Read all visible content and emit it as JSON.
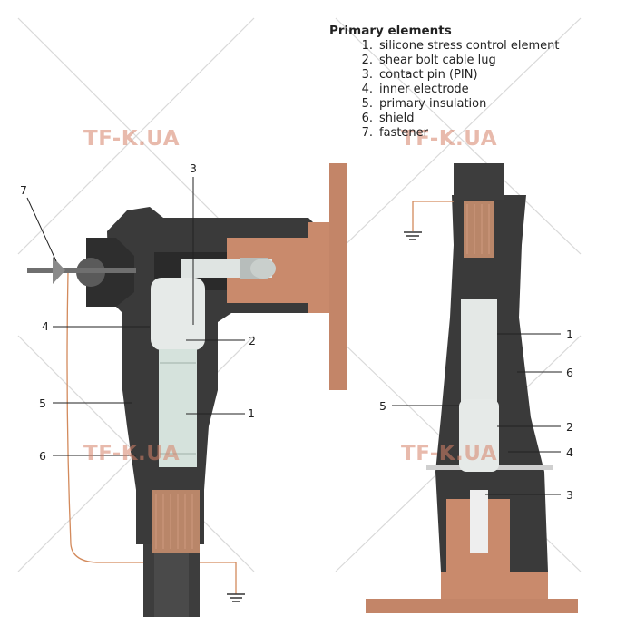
{
  "legend": {
    "title": "Primary elements",
    "items": [
      {
        "num": "1.",
        "label": "silicone stress control element"
      },
      {
        "num": "2.",
        "label": "shear bolt cable lug"
      },
      {
        "num": "3.",
        "label": "contact pin (PIN)"
      },
      {
        "num": "4.",
        "label": "inner electrode"
      },
      {
        "num": "5.",
        "label": "primary insulation"
      },
      {
        "num": "6.",
        "label": "shield"
      },
      {
        "num": "7.",
        "label": "fastener"
      }
    ]
  },
  "watermark": "TF-K.UA",
  "callouts": {
    "left": {
      "n7": "7",
      "n3": "3",
      "n4": "4",
      "n2": "2",
      "n5": "5",
      "n1": "1",
      "n6": "6"
    },
    "right": {
      "n1": "1",
      "n6": "6",
      "n5": "5",
      "n2": "2",
      "n4": "4",
      "n3": "3"
    }
  },
  "colors": {
    "body": "#3a3a3a",
    "copper": "#c98a6c",
    "flange": "#c38568",
    "insulator": "#e4e8e6"
  }
}
